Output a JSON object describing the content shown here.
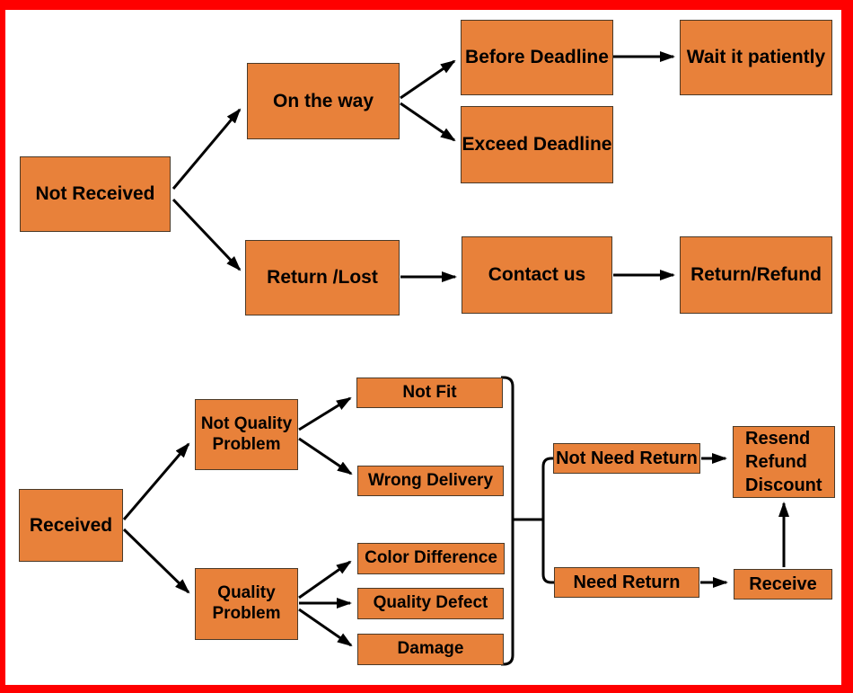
{
  "diagram": {
    "colors": {
      "frame_border": "#ff0000",
      "canvas_bg": "#ffffff",
      "node_fill": "#e8813a",
      "node_border": "#4b3a28",
      "arrow": "#000000",
      "text": "#000000"
    },
    "nodes": {
      "not_received": {
        "label": "Not Received"
      },
      "on_the_way": {
        "label": "On the way"
      },
      "before_deadline": {
        "label": "Before Deadline"
      },
      "wait_it_patiently": {
        "label": "Wait it patiently"
      },
      "exceed_deadline": {
        "label": "Exceed Deadline"
      },
      "return_lost": {
        "label": "Return /Lost"
      },
      "contact_us": {
        "label": "Contact us"
      },
      "return_refund": {
        "label": "Return/Refund"
      },
      "received": {
        "label": "Received"
      },
      "not_quality_problem": {
        "label": "Not Quality\nProblem"
      },
      "quality_problem": {
        "label": "Quality\nProblem"
      },
      "not_fit": {
        "label": "Not Fit"
      },
      "wrong_delivery": {
        "label": "Wrong Delivery"
      },
      "color_difference": {
        "label": "Color Difference"
      },
      "quality_defect": {
        "label": "Quality Defect"
      },
      "damage": {
        "label": "Damage"
      },
      "not_need_return": {
        "label": "Not Need Return"
      },
      "need_return": {
        "label": "Need Return"
      },
      "resend_refund_discount": {
        "label": "Resend\nRefund\nDiscount"
      },
      "receive": {
        "label": "Receive"
      }
    },
    "edges": [
      {
        "from": "not_received",
        "to": "on_the_way"
      },
      {
        "from": "not_received",
        "to": "return_lost"
      },
      {
        "from": "on_the_way",
        "to": "before_deadline"
      },
      {
        "from": "on_the_way",
        "to": "exceed_deadline"
      },
      {
        "from": "before_deadline",
        "to": "wait_it_patiently"
      },
      {
        "from": "return_lost",
        "to": "contact_us"
      },
      {
        "from": "contact_us",
        "to": "return_refund"
      },
      {
        "from": "received",
        "to": "not_quality_problem"
      },
      {
        "from": "received",
        "to": "quality_problem"
      },
      {
        "from": "not_quality_problem",
        "to": "not_fit"
      },
      {
        "from": "not_quality_problem",
        "to": "wrong_delivery"
      },
      {
        "from": "quality_problem",
        "to": "color_difference"
      },
      {
        "from": "quality_problem",
        "to": "quality_defect"
      },
      {
        "from": "quality_problem",
        "to": "damage"
      },
      {
        "from": "not_need_return",
        "to": "resend_refund_discount"
      },
      {
        "from": "need_return",
        "to": "receive"
      },
      {
        "from": "receive",
        "to": "resend_refund_discount"
      }
    ],
    "groups": [
      {
        "members": [
          "not_fit",
          "wrong_delivery",
          "color_difference",
          "quality_defect",
          "damage"
        ],
        "leads_to": [
          "not_need_return",
          "need_return"
        ]
      }
    ]
  }
}
